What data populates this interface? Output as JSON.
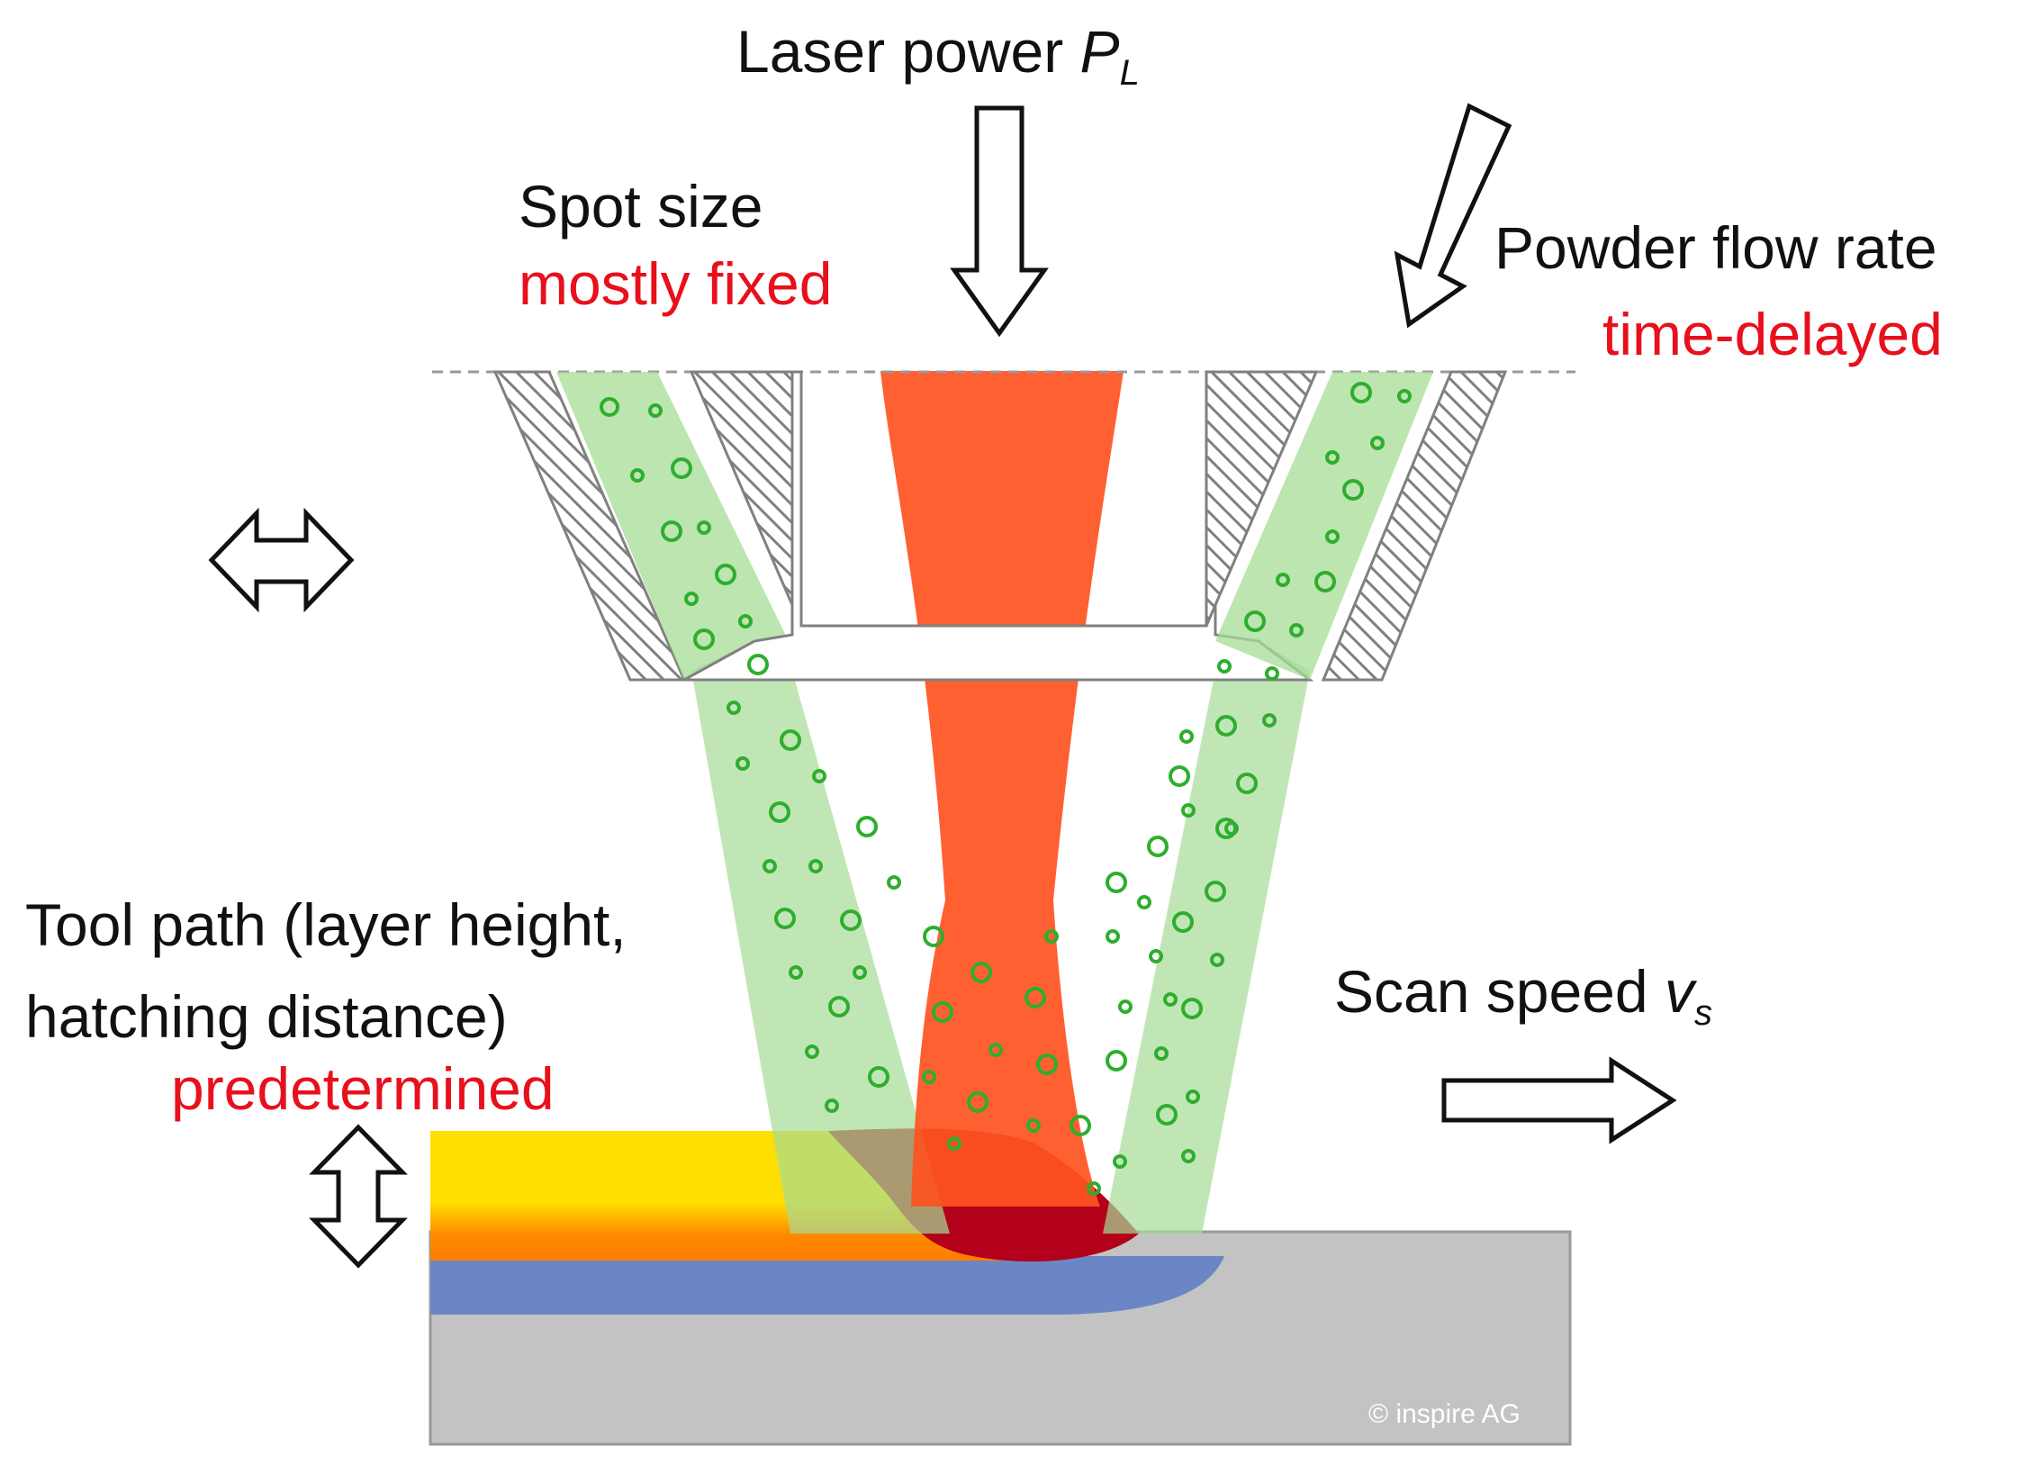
{
  "labels": {
    "laser_power": "Laser power ",
    "laser_power_symbol": "P",
    "laser_power_sub": "L",
    "spot_size": "Spot size",
    "spot_size_note": "mostly fixed",
    "powder_flow": "Powder flow rate",
    "powder_flow_note": "time-delayed",
    "tool_path_line1": "Tool path (layer height,",
    "tool_path_line2": "hatching distance)",
    "tool_path_note": "predetermined",
    "scan_speed": "Scan speed ",
    "scan_speed_symbol": "v",
    "scan_speed_sub": "s",
    "copyright": "© inspire AG"
  },
  "colors": {
    "laser": "#ff5320",
    "powder_stream": "#a6dc96",
    "powder_particle": "#2eae2e",
    "deposit_top": "#ffdf00",
    "deposit_bottom": "#ff7d00",
    "melt_pool": "#b3001b",
    "substrate_affected": "#6b86c4",
    "substrate": "#c3c3c3",
    "nozzle_hatch": "#808080",
    "note_red": "#e8101c"
  },
  "icons": {
    "laser_arrow": "arrow-down-icon",
    "powder_arrow": "arrow-diagonal-icon",
    "horizontal_arrow": "double-arrow-horizontal-icon",
    "vertical_arrow": "double-arrow-vertical-icon",
    "scan_arrow": "arrow-right-icon"
  }
}
